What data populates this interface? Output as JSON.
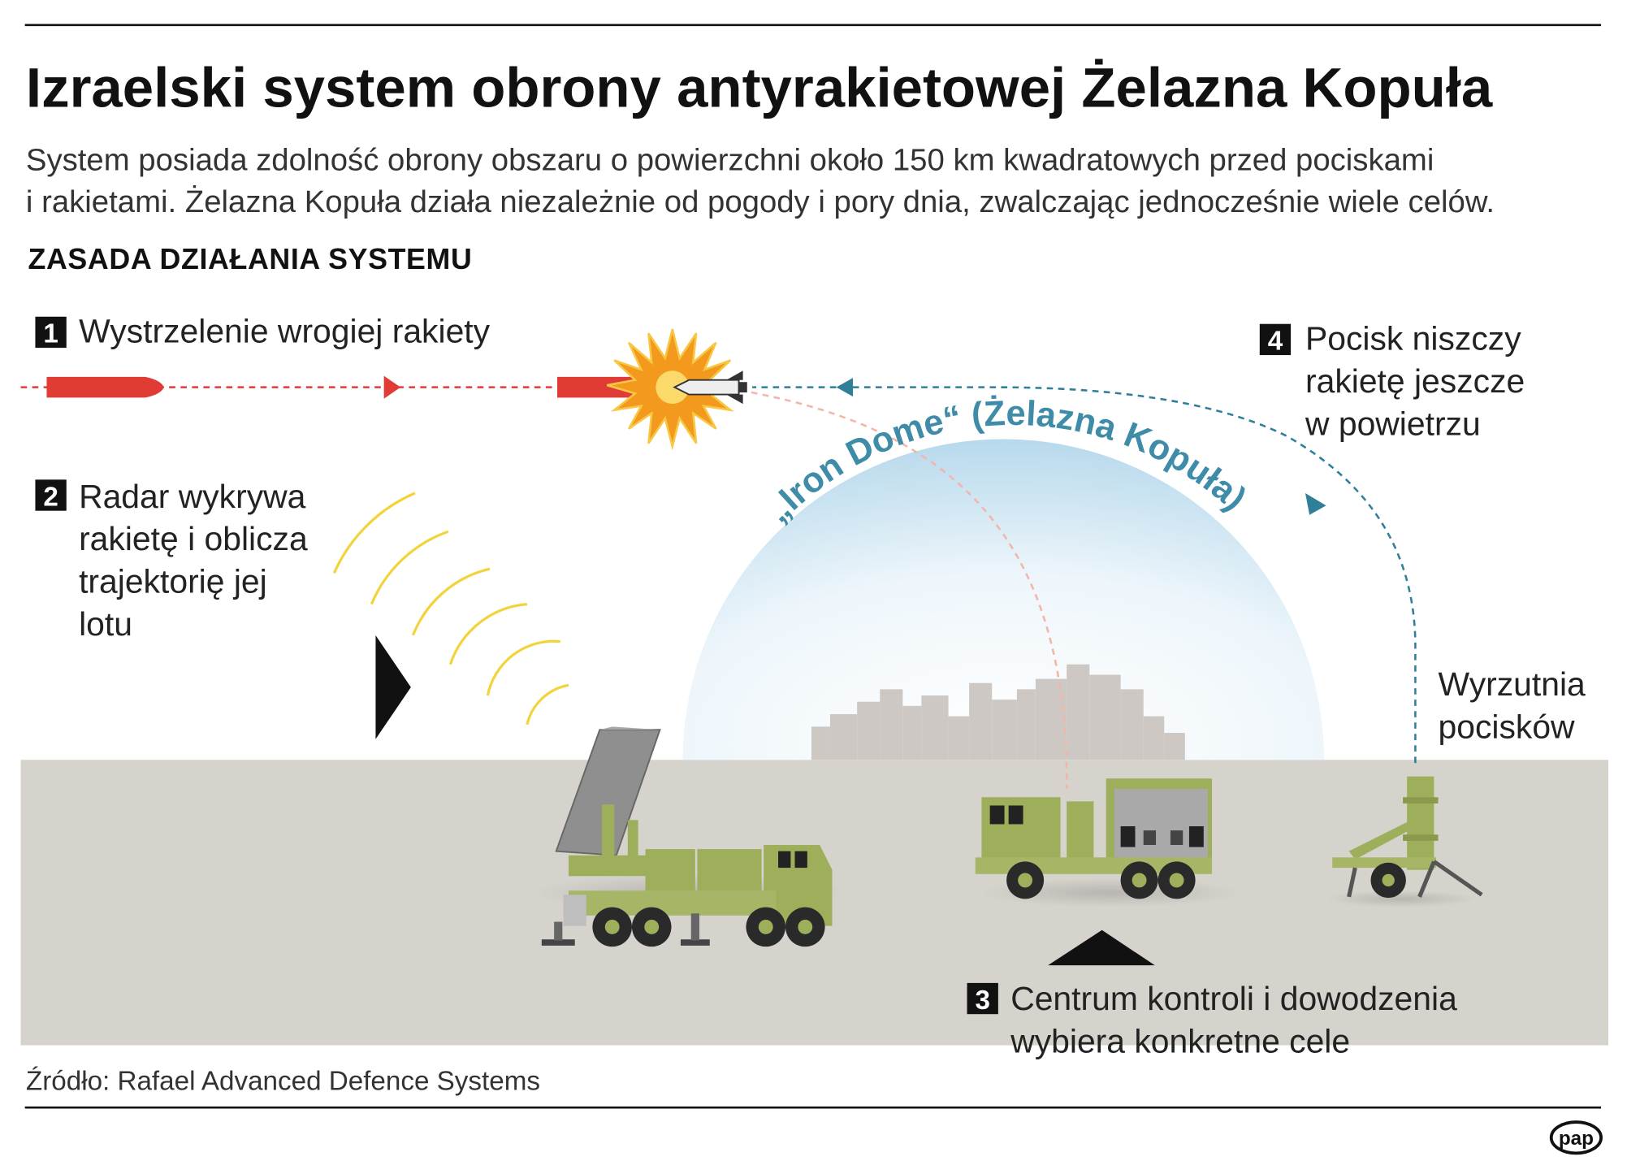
{
  "title": "Izraelski system obrony antyrakietowej Żelazna Kopuła",
  "intro": {
    "line1": "System posiada zdolność obrony obszaru o powierzchni około 150 km kwadratowych przed pociskami",
    "line2": "i rakietami. Żelazna Kopuła działa niezależnie od pogody i pory dnia, zwalczając jednocześnie wiele celów."
  },
  "section_heading": "ZASADA DZIAŁANIA SYSTEMU",
  "steps": [
    {
      "number": "1",
      "lines": [
        "Wystrzelenie wrogiej rakiety"
      ]
    },
    {
      "number": "2",
      "lines": [
        "Radar wykrywa",
        "rakietę i oblicza",
        "trajektorię jej",
        "lotu"
      ]
    },
    {
      "number": "3",
      "lines": [
        "Centrum kontroli i dowodzenia",
        "wybiera konkretne cele"
      ]
    },
    {
      "number": "4",
      "lines": [
        "Pocisk niszczy",
        "rakietę jeszcze",
        "w powietrzu"
      ]
    }
  ],
  "dome_label": "„Iron Dome“ (Żelazna Kopuła)",
  "launcher_label": [
    "Wyrzutnia",
    "pocisków"
  ],
  "source": "Źródło: Rafael Advanced Defence Systems",
  "logo_text": "pap",
  "colors": {
    "enemy_rocket": "#e03b35",
    "interceptor_path": "#2f7f99",
    "dome_label": "#3e8ca8",
    "radar_waves": "#f2d43a",
    "vehicle_green": "#9eaf5b",
    "ground": "#d6d2cc",
    "skyline": "#cdc8c3",
    "explosion": "#f39a1e"
  },
  "icons": [
    "explosion-icon",
    "radar-vehicle-icon",
    "command-truck-icon",
    "launcher-icon",
    "direction-arrow-icon",
    "pap-logo"
  ]
}
